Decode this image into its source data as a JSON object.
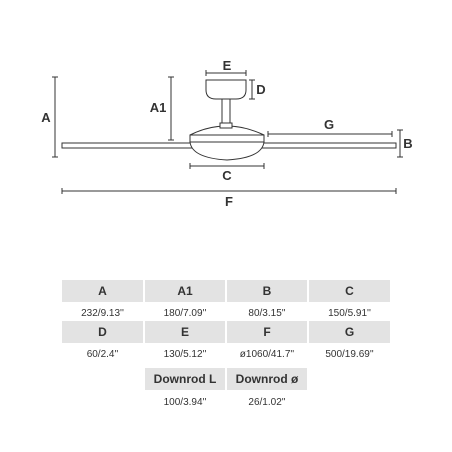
{
  "diagram": {
    "labels": {
      "A": "A",
      "A1": "A1",
      "B": "B",
      "C": "C",
      "D": "D",
      "E": "E",
      "F": "F",
      "G": "G"
    }
  },
  "table": {
    "rows": [
      [
        {
          "header": "A",
          "value": "232/9.13''"
        },
        {
          "header": "A1",
          "value": "180/7.09''"
        },
        {
          "header": "B",
          "value": "80/3.15''"
        },
        {
          "header": "C",
          "value": "150/5.91''"
        }
      ],
      [
        {
          "header": "D",
          "value": "60/2.4''"
        },
        {
          "header": "E",
          "value": "130/5.12''"
        },
        {
          "header": "F",
          "value": "ø1060/41.7''"
        },
        {
          "header": "G",
          "value": "500/19.69''"
        }
      ],
      [
        {
          "header": "Downrod L",
          "value": "100/3.94''"
        },
        {
          "header": "Downrod ø",
          "value": "26/1.02''"
        }
      ]
    ]
  },
  "colors": {
    "line": "#333333",
    "header_bg": "#e3e3e3"
  }
}
